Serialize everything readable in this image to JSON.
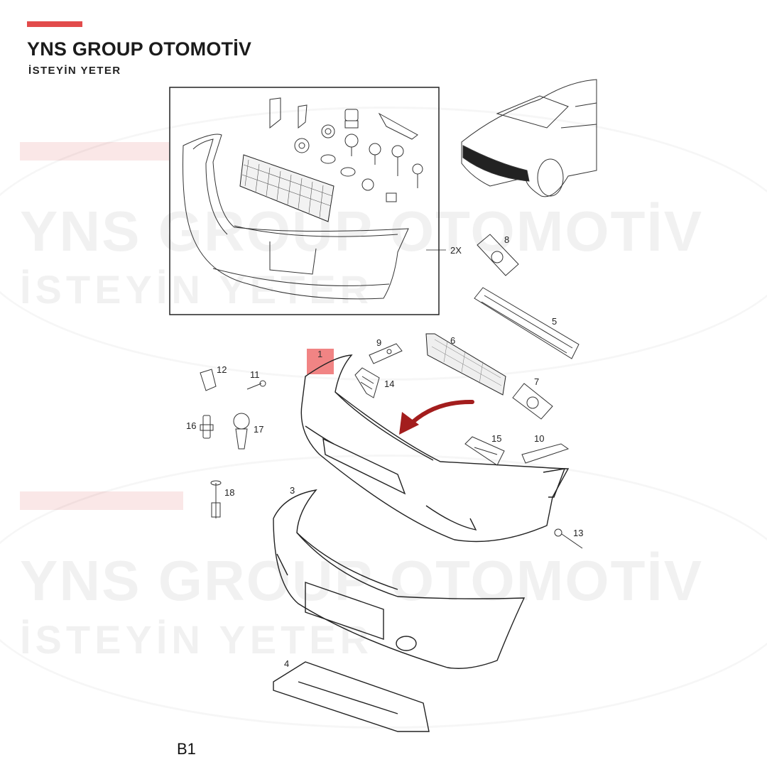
{
  "brand": {
    "title": "YNS GROUP OTOMOTİV",
    "tagline": "İSTEYİN YETER",
    "accent_color": "#e24b4b"
  },
  "watermark": {
    "title": "YNS GROUP OTOMOTİV",
    "tagline": "İSTEYİN YETER"
  },
  "diagram": {
    "quantity_note": "2X",
    "highlight_color": "#ef6f6f",
    "arrow_color": "#a31d1d",
    "part_labels": {
      "p1": "1",
      "p3": "3",
      "p4": "4",
      "p5": "5",
      "p6": "6",
      "p7": "7",
      "p8": "8",
      "p9": "9",
      "p10": "10",
      "p11": "11",
      "p12": "12",
      "p13": "13",
      "p14": "14",
      "p15": "15",
      "p16": "16",
      "p17": "17",
      "p18": "18"
    }
  },
  "page_code": "B1"
}
